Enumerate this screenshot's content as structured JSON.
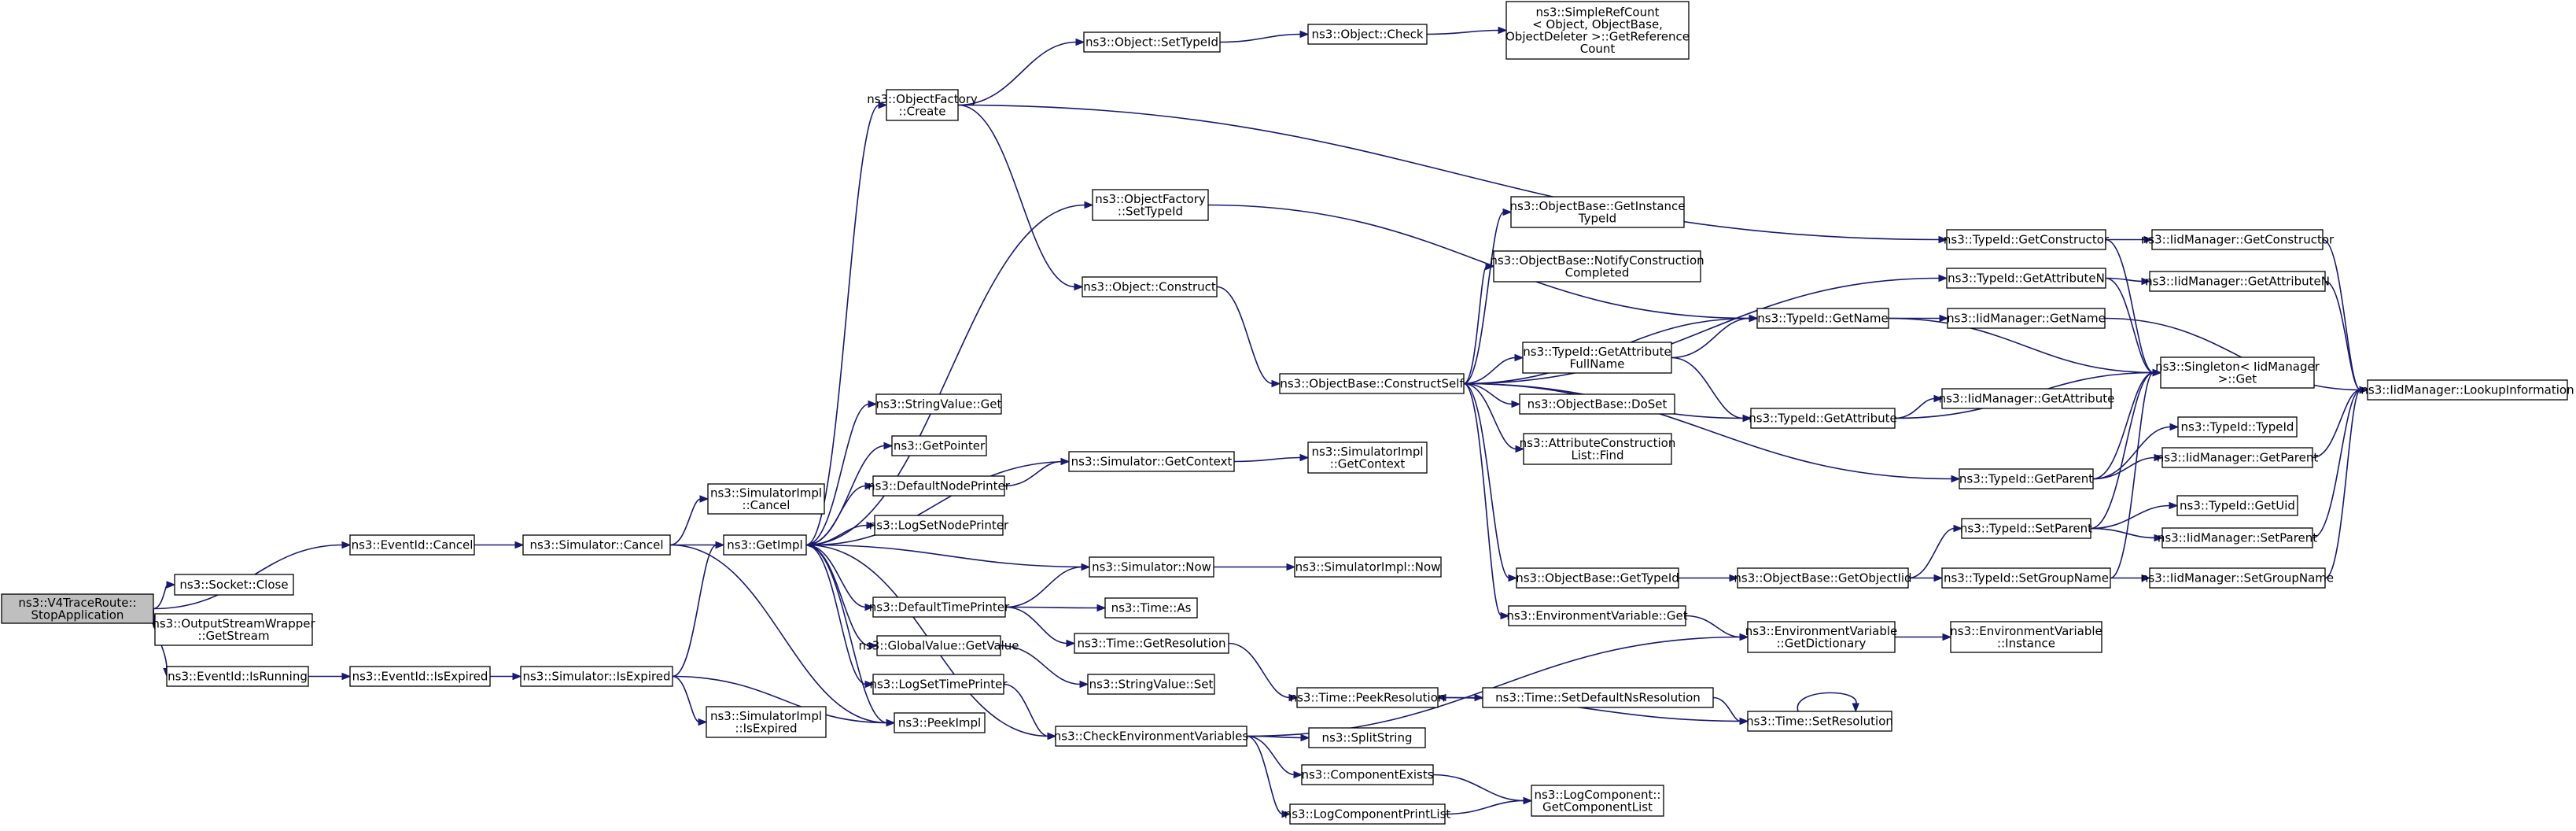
{
  "diagram": {
    "nodes": [
      {
        "id": "root",
        "label": [
          "ns3::V4TraceRoute::",
          "StopApplication"
        ],
        "root": true
      },
      {
        "id": "evcancel",
        "label": [
          "ns3::EventId::Cancel"
        ]
      },
      {
        "id": "sockclose",
        "label": [
          "ns3::Socket::Close"
        ]
      },
      {
        "id": "osw",
        "label": [
          "ns3::OutputStreamWrapper",
          "::GetStream"
        ]
      },
      {
        "id": "evrunning",
        "label": [
          "ns3::EventId::IsRunning"
        ]
      },
      {
        "id": "evexpired",
        "label": [
          "ns3::EventId::IsExpired"
        ]
      },
      {
        "id": "simcancel",
        "label": [
          "ns3::Simulator::Cancel"
        ]
      },
      {
        "id": "simexpired",
        "label": [
          "ns3::Simulator::IsExpired"
        ]
      },
      {
        "id": "simimplcancel",
        "label": [
          "ns3::SimulatorImpl",
          "::Cancel"
        ]
      },
      {
        "id": "simimplexpired",
        "label": [
          "ns3::SimulatorImpl",
          "::IsExpired"
        ]
      },
      {
        "id": "getimpl",
        "label": [
          "ns3::GetImpl"
        ]
      },
      {
        "id": "peekimpl",
        "label": [
          "ns3::PeekImpl"
        ]
      },
      {
        "id": "ofcreate",
        "label": [
          "ns3::ObjectFactory",
          "::Create"
        ]
      },
      {
        "id": "ofsettid",
        "label": [
          "ns3::ObjectFactory",
          "::SetTypeId"
        ]
      },
      {
        "id": "objconstruct",
        "label": [
          "ns3::Object::Construct"
        ]
      },
      {
        "id": "objsettid",
        "label": [
          "ns3::Object::SetTypeId"
        ]
      },
      {
        "id": "objcheck",
        "label": [
          "ns3::Object::Check"
        ]
      },
      {
        "id": "srcget",
        "label": [
          "ns3::SimpleRefCount",
          "< Object, ObjectBase,",
          "ObjectDeleter >::GetReference",
          "Count"
        ]
      },
      {
        "id": "strget",
        "label": [
          "ns3::StringValue::Get"
        ]
      },
      {
        "id": "getptr",
        "label": [
          "ns3::GetPointer"
        ]
      },
      {
        "id": "defnode",
        "label": [
          "ns3::DefaultNodePrinter"
        ]
      },
      {
        "id": "logsetnode",
        "label": [
          "ns3::LogSetNodePrinter"
        ]
      },
      {
        "id": "deftime",
        "label": [
          "ns3::DefaultTimePrinter"
        ]
      },
      {
        "id": "gvget",
        "label": [
          "ns3::GlobalValue::GetValue"
        ]
      },
      {
        "id": "logsettime",
        "label": [
          "ns3::LogSetTimePrinter"
        ]
      },
      {
        "id": "checkenv",
        "label": [
          "ns3::CheckEnvironmentVariables"
        ]
      },
      {
        "id": "simgetctx",
        "label": [
          "ns3::Simulator::GetContext"
        ]
      },
      {
        "id": "simimplctx",
        "label": [
          "ns3::SimulatorImpl",
          "::GetContext"
        ]
      },
      {
        "id": "simnow",
        "label": [
          "ns3::Simulator::Now"
        ]
      },
      {
        "id": "simimplnow",
        "label": [
          "ns3::SimulatorImpl::Now"
        ]
      },
      {
        "id": "timeas",
        "label": [
          "ns3::Time::As"
        ]
      },
      {
        "id": "timegetres",
        "label": [
          "ns3::Time::GetResolution"
        ]
      },
      {
        "id": "strset",
        "label": [
          "ns3::StringValue::Set"
        ]
      },
      {
        "id": "timepeek",
        "label": [
          "ns3::Time::PeekResolution"
        ]
      },
      {
        "id": "timesetdef",
        "label": [
          "ns3::Time::SetDefaultNsResolution"
        ]
      },
      {
        "id": "timesetres",
        "label": [
          "ns3::Time::SetResolution"
        ]
      },
      {
        "id": "splitstr",
        "label": [
          "ns3::SplitString"
        ]
      },
      {
        "id": "compexists",
        "label": [
          "ns3::ComponentExists"
        ]
      },
      {
        "id": "logcompprint",
        "label": [
          "ns3::LogComponentPrintList"
        ]
      },
      {
        "id": "logcompget",
        "label": [
          "ns3::LogComponent::",
          "GetComponentList"
        ]
      },
      {
        "id": "obconstructself",
        "label": [
          "ns3::ObjectBase::ConstructSelf"
        ]
      },
      {
        "id": "obgetinst",
        "label": [
          "ns3::ObjectBase::GetInstance",
          "TypeId"
        ]
      },
      {
        "id": "obnotify",
        "label": [
          "ns3::ObjectBase::NotifyConstruction",
          "Completed"
        ]
      },
      {
        "id": "tidgetattrfull",
        "label": [
          "ns3::TypeId::GetAttribute",
          "FullName"
        ]
      },
      {
        "id": "obdoset",
        "label": [
          "ns3::ObjectBase::DoSet"
        ]
      },
      {
        "id": "acfind",
        "label": [
          "ns3::AttributeConstruction",
          "List::Find"
        ]
      },
      {
        "id": "obgettid",
        "label": [
          "ns3::ObjectBase::GetTypeId"
        ]
      },
      {
        "id": "envget",
        "label": [
          "ns3::EnvironmentVariable::Get"
        ]
      },
      {
        "id": "tidgetname",
        "label": [
          "ns3::TypeId::GetName"
        ]
      },
      {
        "id": "tidgetattr",
        "label": [
          "ns3::TypeId::GetAttribute"
        ]
      },
      {
        "id": "obgetobjtid",
        "label": [
          "ns3::ObjectBase::GetObjectIid"
        ]
      },
      {
        "id": "envdict",
        "label": [
          "ns3::EnvironmentVariable",
          "::GetDictionary"
        ]
      },
      {
        "id": "envinst",
        "label": [
          "ns3::EnvironmentVariable",
          "::Instance"
        ]
      },
      {
        "id": "tidgetctor",
        "label": [
          "ns3::TypeId::GetConstructor"
        ]
      },
      {
        "id": "tidgetattrn",
        "label": [
          "ns3::TypeId::GetAttributeN"
        ]
      },
      {
        "id": "tidgetparent",
        "label": [
          "ns3::TypeId::GetParent"
        ]
      },
      {
        "id": "tidsetparent",
        "label": [
          "ns3::TypeId::SetParent"
        ]
      },
      {
        "id": "tidsetgroup",
        "label": [
          "ns3::TypeId::SetGroupName"
        ]
      },
      {
        "id": "iidgetctor",
        "label": [
          "ns3::IidManager::GetConstructor"
        ]
      },
      {
        "id": "iidgetattrn",
        "label": [
          "ns3::IidManager::GetAttributeN"
        ]
      },
      {
        "id": "iidgetname",
        "label": [
          "ns3::IidManager::GetName"
        ]
      },
      {
        "id": "iidgetattr",
        "label": [
          "ns3::IidManager::GetAttribute"
        ]
      },
      {
        "id": "singleton",
        "label": [
          "ns3::Singleton< IidManager",
          ">::Get"
        ]
      },
      {
        "id": "tidtid",
        "label": [
          "ns3::TypeId::TypeId"
        ]
      },
      {
        "id": "iidgetparent",
        "label": [
          "ns3::IidManager::GetParent"
        ]
      },
      {
        "id": "tidgetuid",
        "label": [
          "ns3::TypeId::GetUid"
        ]
      },
      {
        "id": "iidsetparent",
        "label": [
          "ns3::IidManager::SetParent"
        ]
      },
      {
        "id": "iidsetgroup",
        "label": [
          "ns3::IidManager::SetGroupName"
        ]
      },
      {
        "id": "iidlookup",
        "label": [
          "ns3::IidManager::LookupInformation"
        ]
      }
    ],
    "edges": [
      [
        "root",
        "evcancel"
      ],
      [
        "root",
        "sockclose"
      ],
      [
        "root",
        "osw"
      ],
      [
        "root",
        "evrunning"
      ],
      [
        "evcancel",
        "simcancel"
      ],
      [
        "evrunning",
        "evexpired"
      ],
      [
        "evexpired",
        "simexpired"
      ],
      [
        "simcancel",
        "simimplcancel"
      ],
      [
        "simcancel",
        "getimpl"
      ],
      [
        "simcancel",
        "peekimpl"
      ],
      [
        "simexpired",
        "getimpl"
      ],
      [
        "simexpired",
        "simimplexpired"
      ],
      [
        "simexpired",
        "peekimpl"
      ],
      [
        "getimpl",
        "ofcreate"
      ],
      [
        "getimpl",
        "ofsettid"
      ],
      [
        "getimpl",
        "strget"
      ],
      [
        "getimpl",
        "getptr"
      ],
      [
        "getimpl",
        "defnode"
      ],
      [
        "getimpl",
        "logsetnode"
      ],
      [
        "getimpl",
        "deftime"
      ],
      [
        "getimpl",
        "gvget"
      ],
      [
        "getimpl",
        "logsettime"
      ],
      [
        "getimpl",
        "peekimpl"
      ],
      [
        "getimpl",
        "checkenv"
      ],
      [
        "ofcreate",
        "objsettid"
      ],
      [
        "ofcreate",
        "objconstruct"
      ],
      [
        "ofcreate",
        "tidgetctor"
      ],
      [
        "objsettid",
        "objcheck"
      ],
      [
        "objcheck",
        "srcget"
      ],
      [
        "ofsettid",
        "tidgetname"
      ],
      [
        "objconstruct",
        "obconstructself"
      ],
      [
        "defnode",
        "simgetctx"
      ],
      [
        "simgetctx",
        "getimpl"
      ],
      [
        "simgetctx",
        "simimplctx"
      ],
      [
        "deftime",
        "simnow"
      ],
      [
        "deftime",
        "timeas"
      ],
      [
        "deftime",
        "timegetres"
      ],
      [
        "simnow",
        "getimpl"
      ],
      [
        "simnow",
        "simimplnow"
      ],
      [
        "gvget",
        "strset"
      ],
      [
        "timegetres",
        "timepeek"
      ],
      [
        "logsettime",
        "checkenv"
      ],
      [
        "checkenv",
        "envdict"
      ],
      [
        "checkenv",
        "splitstr"
      ],
      [
        "checkenv",
        "compexists"
      ],
      [
        "checkenv",
        "logcompprint"
      ],
      [
        "compexists",
        "logcompget"
      ],
      [
        "logcompprint",
        "logcompget"
      ],
      [
        "timepeek",
        "timesetdef"
      ],
      [
        "timesetdef",
        "timesetres"
      ],
      [
        "timesetres",
        "timepeek"
      ],
      [
        "timesetres",
        "timesetres"
      ],
      [
        "obconstructself",
        "obgetinst"
      ],
      [
        "obconstructself",
        "obnotify"
      ],
      [
        "obconstructself",
        "tidgetname"
      ],
      [
        "obconstructself",
        "tidgetattrfull"
      ],
      [
        "obconstructself",
        "obdoset"
      ],
      [
        "obconstructself",
        "acfind"
      ],
      [
        "obconstructself",
        "tidgetattr"
      ],
      [
        "obconstructself",
        "tidgetparent"
      ],
      [
        "obconstructself",
        "obgettid"
      ],
      [
        "obconstructself",
        "envget"
      ],
      [
        "obconstructself",
        "tidgetattrn"
      ],
      [
        "tidgetattrfull",
        "tidgetname"
      ],
      [
        "tidgetattrfull",
        "tidgetattr"
      ],
      [
        "obgettid",
        "obgetobjtid"
      ],
      [
        "envget",
        "envdict"
      ],
      [
        "envdict",
        "envinst"
      ],
      [
        "obgetobjtid",
        "tidsetparent"
      ],
      [
        "obgetobjtid",
        "tidsetgroup"
      ],
      [
        "tidgetname",
        "iidgetname"
      ],
      [
        "tidgetname",
        "singleton"
      ],
      [
        "tidgetattr",
        "iidgetattr"
      ],
      [
        "tidgetattr",
        "singleton"
      ],
      [
        "tidgetctor",
        "iidgetctor"
      ],
      [
        "tidgetctor",
        "singleton"
      ],
      [
        "tidgetattrn",
        "iidgetattrn"
      ],
      [
        "tidgetattrn",
        "singleton"
      ],
      [
        "tidgetparent",
        "tidtid"
      ],
      [
        "tidgetparent",
        "iidgetparent"
      ],
      [
        "tidgetparent",
        "singleton"
      ],
      [
        "tidsetparent",
        "tidgetuid"
      ],
      [
        "tidsetparent",
        "iidsetparent"
      ],
      [
        "tidsetparent",
        "singleton"
      ],
      [
        "tidsetgroup",
        "iidsetgroup"
      ],
      [
        "tidsetgroup",
        "singleton"
      ],
      [
        "iidgetctor",
        "iidlookup"
      ],
      [
        "iidgetattrn",
        "iidlookup"
      ],
      [
        "iidgetname",
        "iidlookup"
      ],
      [
        "iidgetparent",
        "iidlookup"
      ],
      [
        "iidsetparent",
        "iidlookup"
      ],
      [
        "iidsetgroup",
        "iidlookup"
      ]
    ]
  }
}
